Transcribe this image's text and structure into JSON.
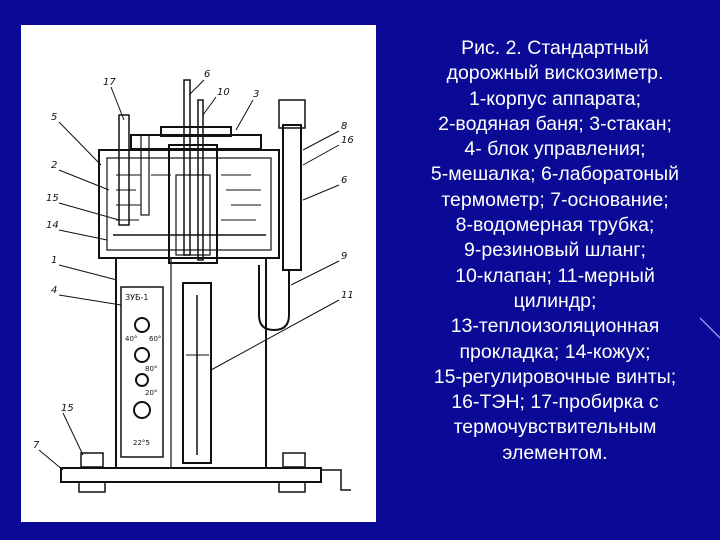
{
  "caption": {
    "lines": [
      "Рис. 2. Стандартный",
      "дорожный вискозиметр.",
      "1-корпус аппарата;",
      "2-водяная баня; 3-стакан;",
      "4- блок управления;",
      "5-мешалка; 6-лаборатоный",
      "термометр; 7-основание;",
      "8-водомерная трубка;",
      "9-резиновый шланг;",
      "10-клапан; 11-мерный",
      "цилиндр;",
      "13-теплоизоляционная",
      "прокладка; 14-кожух;",
      "15-регулировочные винты;",
      "16-ТЭН; 17-пробирка с",
      "термочувствительным",
      "элементом."
    ]
  },
  "figure": {
    "labels": [
      "17",
      "6",
      "10",
      "3",
      "5",
      "2",
      "15",
      "14",
      "1",
      "4",
      "15",
      "7",
      "8",
      "16",
      "6",
      "9",
      "11"
    ],
    "panel_label": "ЗУБ-1",
    "scale_labels": [
      "40°",
      "60°",
      "80°",
      "20°",
      "22°5"
    ]
  },
  "colors": {
    "background": "#0a0a96",
    "panel": "#ffffff",
    "ink": "#111111",
    "text": "#ffffff"
  }
}
